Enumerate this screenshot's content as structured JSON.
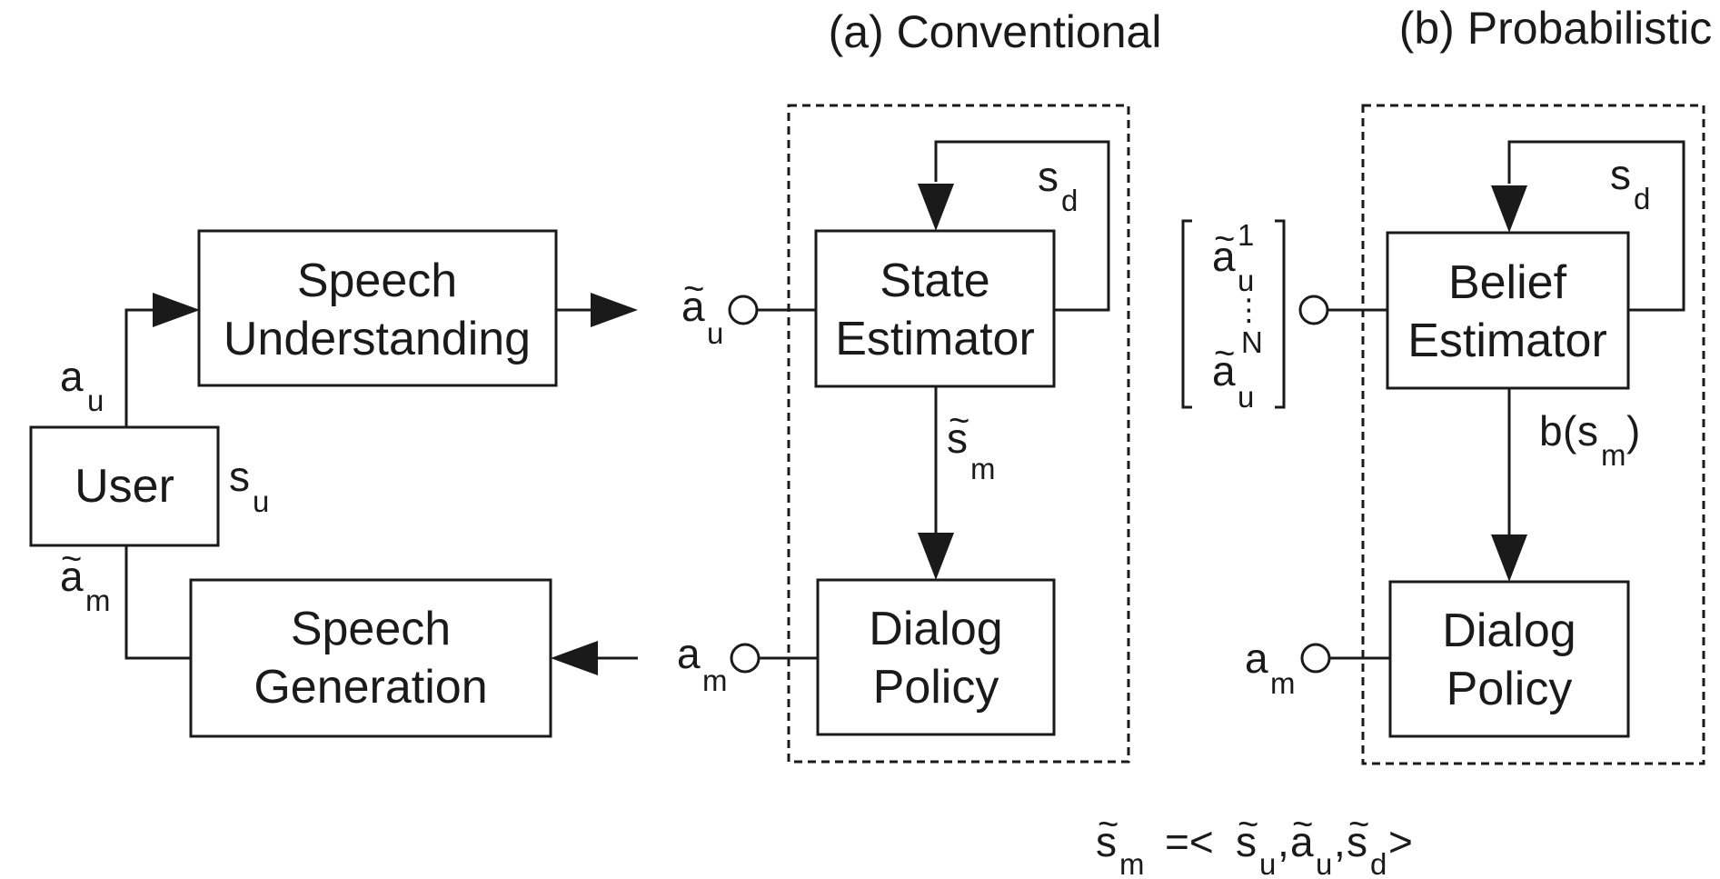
{
  "titles": {
    "conventional": "(a) Conventional",
    "probabilistic": "(b) Probabilistic"
  },
  "boxes": {
    "user": "User",
    "speech_understanding": [
      "Speech",
      "Understanding"
    ],
    "speech_generation": [
      "Speech",
      "Generation"
    ],
    "state_estimator": [
      "State",
      "Estimator"
    ],
    "dialog_policy_a": [
      "Dialog",
      "Policy"
    ],
    "belief_estimator": [
      "Belief",
      "Estimator"
    ],
    "dialog_policy_b": [
      "Dialog",
      "Policy"
    ]
  },
  "symbols": {
    "a": "a",
    "s": "s",
    "b": "b",
    "tilde": "~",
    "u": "u",
    "m": "m",
    "d": "d",
    "one": "1",
    "N": "N",
    "vdots": "⋮",
    "open_paren": "(",
    "close_paren": ")",
    "equals_lt": "=<",
    "comma": ",",
    "gt": ">"
  },
  "colors": {
    "ink": "#1a1a1a",
    "background": "#ffffff"
  }
}
